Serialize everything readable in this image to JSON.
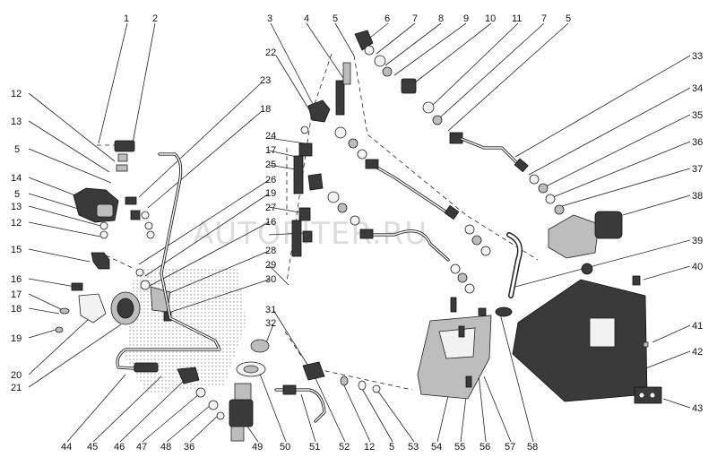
{
  "watermark": "AUTOPITER.RU",
  "top_labels": [
    "1",
    "2",
    "3",
    "4",
    "5",
    "6",
    "7",
    "8",
    "9",
    "10",
    "11",
    "7",
    "5"
  ],
  "left_labels": [
    "12",
    "13",
    "5",
    "14",
    "5",
    "13",
    "12",
    "15",
    "16",
    "17",
    "18",
    "19",
    "20",
    "21"
  ],
  "center_labels": [
    "22",
    "23",
    "18",
    "24",
    "17",
    "25",
    "26",
    "19",
    "27",
    "16",
    "28",
    "29",
    "30",
    "31",
    "32"
  ],
  "right_labels": [
    "33",
    "34",
    "35",
    "36",
    "37",
    "38",
    "39",
    "40",
    "41",
    "42",
    "43"
  ],
  "bottom_labels": [
    "44",
    "45",
    "46",
    "47",
    "48",
    "36",
    "49",
    "50",
    "51",
    "52",
    "12",
    "5",
    "53",
    "54",
    "55",
    "56",
    "57",
    "58"
  ]
}
